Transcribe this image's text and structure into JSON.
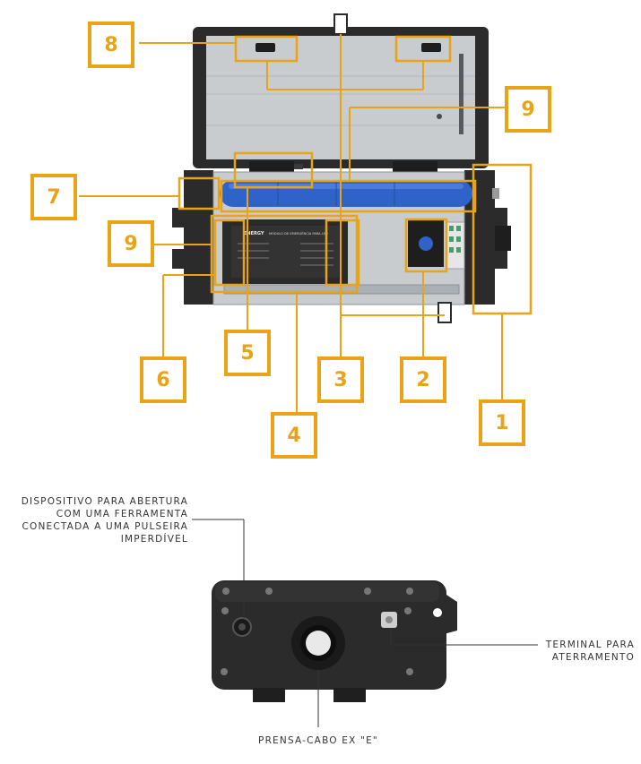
{
  "colors": {
    "accent": "#e8a317",
    "case_dark": "#2b2b2b",
    "battery_blue": "#2f63c9",
    "panel_gray": "#c9cccf",
    "text": "#333333"
  },
  "callouts": {
    "c1": "1",
    "c2": "2",
    "c3": "3",
    "c4": "4",
    "c5": "5",
    "c6": "6",
    "c7": "7",
    "c8": "8",
    "c9_top": "9",
    "c9_left": "9"
  },
  "bottom_labels": {
    "opening_device": [
      "DISPOSITIVO PARA ABERTURA",
      "COM UMA FERRAMENTA",
      "CONECTADA A UMA PULSEIRA",
      "IMPERDÍVEL"
    ],
    "grounding": [
      "TERMINAL PARA",
      "ATERRAMENTO"
    ],
    "cable_gland": "PRENSA-CABO EX \"E\""
  },
  "module_label": {
    "brand": "ENERGY",
    "title": "MÓDULO DE EMERGÊNCIA PARA LED"
  }
}
